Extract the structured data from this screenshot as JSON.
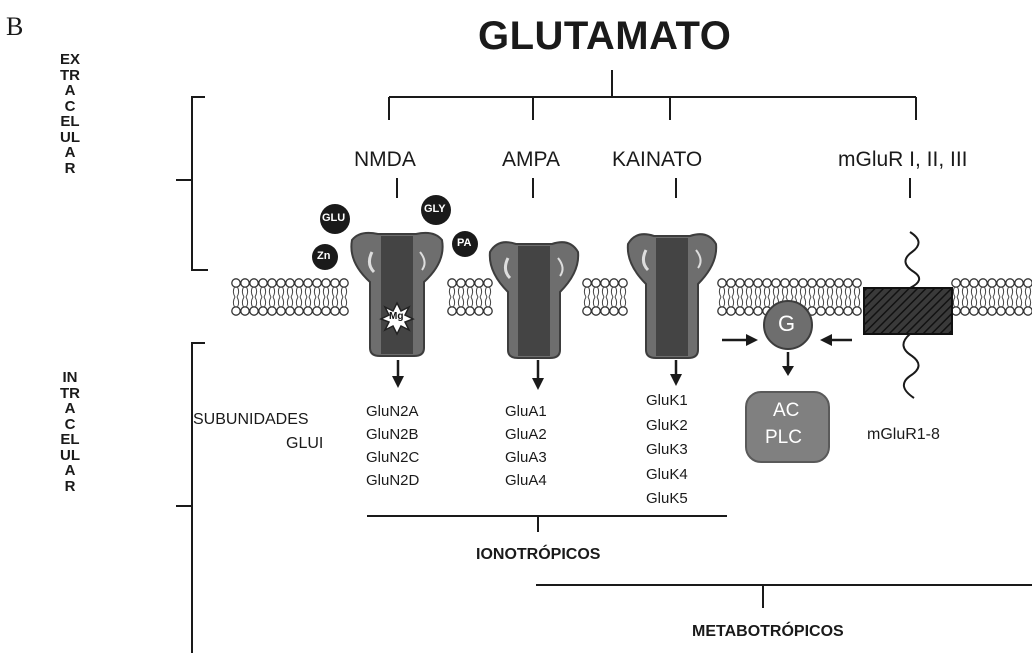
{
  "panel_label": "B",
  "title": "GLUTAMATO",
  "compartments": {
    "extracellular": "EXTRACELULAR",
    "intracellular": "INTRACELULAR"
  },
  "receptors": {
    "nmda": "NMDA",
    "ampa": "AMPA",
    "kainato": "KAINATO",
    "mglur": "mGluR I, II, III"
  },
  "ligands": {
    "glu": "GLU",
    "gly": "GLY",
    "zn": "Zn",
    "pa": "PA",
    "mg": "Mg"
  },
  "subunit_heading": {
    "line1": "SUBUNIDADES",
    "line2": "GLUI"
  },
  "subunits": {
    "nmda": [
      "GluN2A",
      "GluN2B",
      "GluN2C",
      "GluN2D"
    ],
    "ampa": [
      "GluA1",
      "GluA2",
      "GluA3",
      "GluA4"
    ],
    "kainato": [
      "GluK1",
      "GluK2",
      "GluK3",
      "GluK4",
      "GluK5"
    ]
  },
  "g_protein": "G",
  "effectors": {
    "line1": "AC",
    "line2": "PLC"
  },
  "mglur_subtypes": "mGluR1-8",
  "classes": {
    "ionotropic": "IONOTRÓPICOS",
    "metabotropic": "METABOTRÓPICOS"
  },
  "colors": {
    "channel": "#6e6e6e",
    "channel_dark": "#4a4a4a",
    "effector": "#808080",
    "line": "#1a1a1a"
  }
}
